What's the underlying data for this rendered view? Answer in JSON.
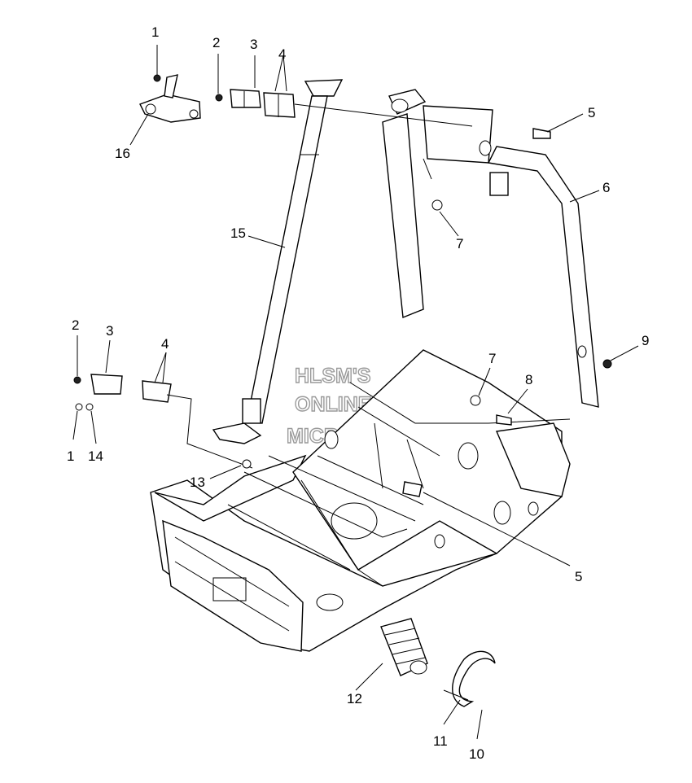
{
  "watermark": {
    "line1": "HLSM'S",
    "line2": "ONLINE",
    "line3": "MICROFICHE"
  },
  "callouts": {
    "c1_top": "1",
    "c2_top": "2",
    "c3_top": "3",
    "c4_top": "4",
    "c16": "16",
    "c5_top": "5",
    "c6": "6",
    "c7_top": "7",
    "c15": "15",
    "c9": "9",
    "c2_left": "2",
    "c3_left": "3",
    "c4_left": "4",
    "c1_left": "1",
    "c14": "14",
    "c7_mid": "7",
    "c8": "8",
    "c13": "13",
    "c5_bottom": "5",
    "c12": "12",
    "c11": "11",
    "c10": "10"
  }
}
